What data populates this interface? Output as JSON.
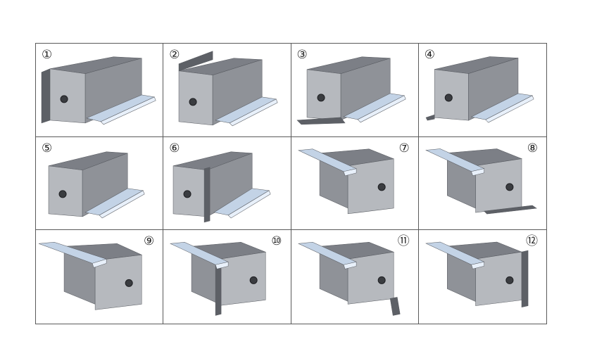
{
  "colors": {
    "box_top": "#7c7f86",
    "box_front": "#b6b9be",
    "box_side": "#8f9298",
    "rail": "#c3d3e6",
    "rail_edge": "#e8f0fa",
    "plate": "#5d6066",
    "hole": "#3a3c40",
    "grid_line": "#5a5a5a"
  },
  "panels": [
    {
      "label": "①",
      "variant": "rail-right-plate-back"
    },
    {
      "label": "②",
      "variant": "rail-right-plate-top"
    },
    {
      "label": "③",
      "variant": "rail-right-plate-bottom"
    },
    {
      "label": "④",
      "variant": "rail-right-plate-bottom-short"
    },
    {
      "label": "⑤",
      "variant": "rail-right-plain"
    },
    {
      "label": "⑥",
      "variant": "rail-right-plate-front"
    },
    {
      "label": "⑦",
      "variant": "rail-left-plain"
    },
    {
      "label": "⑧",
      "variant": "rail-left-plate-bottom"
    },
    {
      "label": "⑨",
      "variant": "rail-left-plain-long"
    },
    {
      "label": "⑩",
      "variant": "rail-left-plate-back"
    },
    {
      "label": "⑪",
      "variant": "rail-left-plate-front"
    },
    {
      "label": "⑫",
      "variant": "rail-left-plate-right"
    }
  ]
}
